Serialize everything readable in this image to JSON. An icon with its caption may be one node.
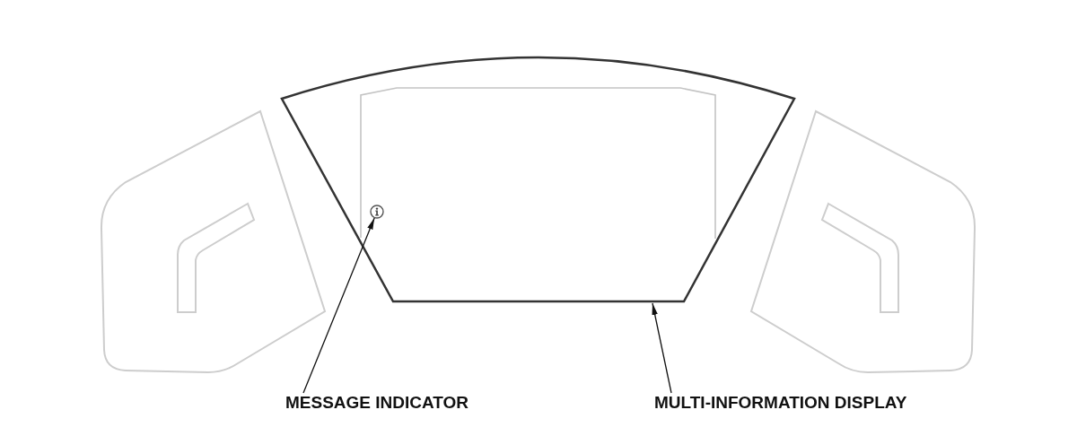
{
  "diagram": {
    "nodes": [
      {
        "text": [],
        "shape": "trapezoid"
      },
      {
        "text": [],
        "shape": "circle",
        "in": 0
      },
      {
        "text": [
          "MESSAGE INDICATOR"
        ]
      },
      {
        "text": [
          "MULTI-INFORMATION DISPLAY"
        ]
      }
    ],
    "edges": [
      {
        "from": 2,
        "to": 1,
        "arrow": "to"
      },
      {
        "from": 3,
        "to": 0,
        "arrow": "to"
      }
    ]
  }
}
